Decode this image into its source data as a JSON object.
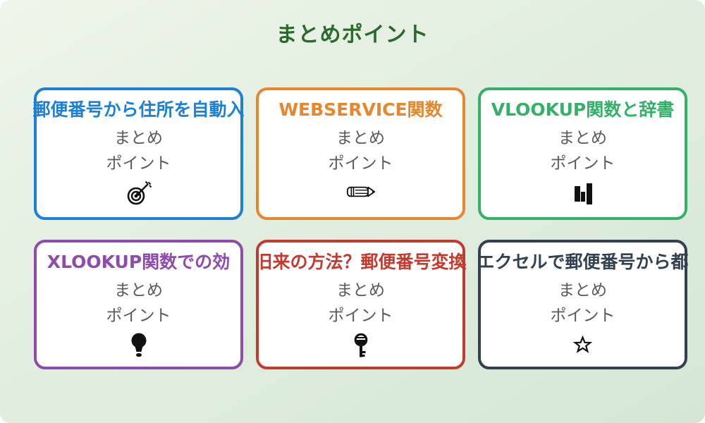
{
  "page": {
    "title": "まとめポイント",
    "title_color": "#2a6b2d",
    "background_top": "#eef5ea",
    "background_bottom": "#d4e7d4"
  },
  "card_subtitle": {
    "line1": "まとめ",
    "line2": "ポイント"
  },
  "cards": [
    {
      "title": "郵便番号から住所を自動入",
      "accent": "#1c7fd8",
      "icon": "dartboard-target-icon"
    },
    {
      "title": "WEBSERVICE関数",
      "accent": "#e8862d",
      "icon": "pencil-icon"
    },
    {
      "title": "VLOOKUP関数と辞書",
      "accent": "#35b068",
      "icon": "bar-chart-icon"
    },
    {
      "title": "XLOOKUP関数での効",
      "accent": "#8d4bae",
      "icon": "lightbulb-icon"
    },
    {
      "title": "旧来の方法？郵便番号変換",
      "accent": "#c23b2e",
      "icon": "key-icon"
    },
    {
      "title": "エクセルで郵便番号から都",
      "accent": "#324050",
      "icon": "star-icon"
    }
  ]
}
